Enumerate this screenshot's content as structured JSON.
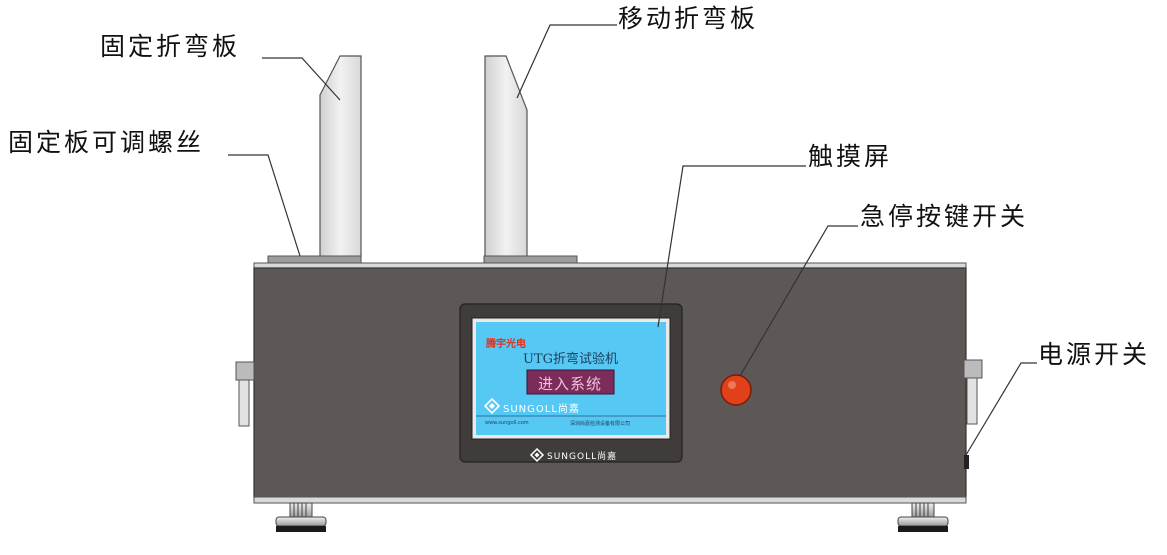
{
  "callouts": {
    "fixed_plate": "固定折弯板",
    "moving_plate": "移动折弯板",
    "adjust_screw": "固定板可调螺丝",
    "touch_screen": "触摸屏",
    "estop": "急停按键开关",
    "power_switch": "电源开关"
  },
  "screen": {
    "brand_cn": "腾宇光电",
    "title": "UTG折弯试验机",
    "enter_button": "进入系统",
    "logo_text": "SUNGOLL尚嘉",
    "footer_url": "www.sungoll.com",
    "footer_company": "深圳尚嘉检测设备有限公司"
  },
  "panel_logo": "SUNGOLL尚嘉",
  "colors": {
    "body": "#5d5856",
    "bezel": "#3f3c3b",
    "screen_bg": "#55c8f4",
    "enter_btn": "#7c2c5a",
    "estop": "#e0401a",
    "plate": "#e6e6e6",
    "brand_red": "#e0301e"
  }
}
